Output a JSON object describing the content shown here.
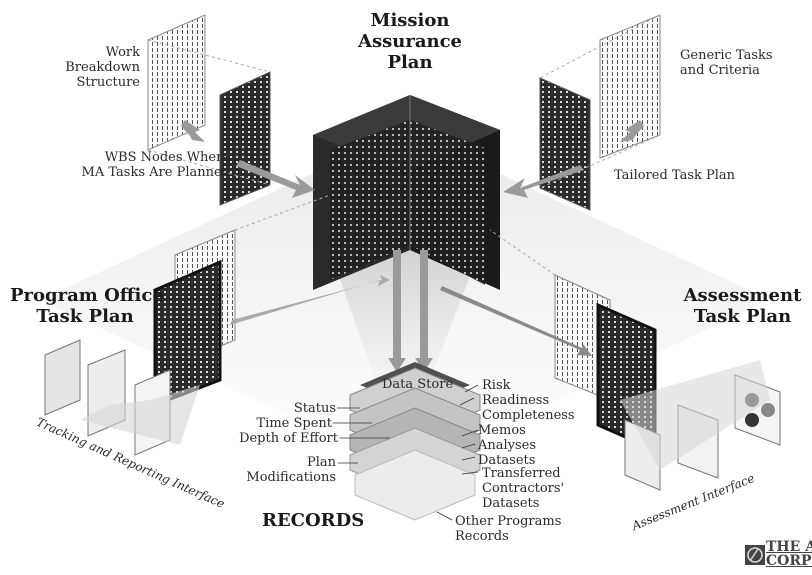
{
  "title": {
    "line1": "Mission",
    "line2": "Assurance",
    "line3": "Plan"
  },
  "top_left": {
    "wbs_line1": "Work",
    "wbs_line2": "Breakdown",
    "wbs_line3": "Structure",
    "nodes_line1": "WBS Nodes Where",
    "nodes_line2": "MA Tasks Are Planned"
  },
  "top_right": {
    "generic_line1": "Generic Tasks",
    "generic_line2": "and Criteria",
    "tailored": "Tailored Task Plan"
  },
  "left": {
    "title_line1": "Program Office",
    "title_line2": "Task Plan",
    "interface": "Tracking and Reporting Interface"
  },
  "right": {
    "title_line1": "Assessment",
    "title_line2": "Task Plan",
    "interface": "Assessment Interface"
  },
  "records": {
    "data_store": "Data Store",
    "title": "RECORDS",
    "left_labels": {
      "status": "Status",
      "time_spent": "Time Spent",
      "depth": "Depth of Effort",
      "plan": "Plan",
      "modifications": "Modifications"
    },
    "right_labels": {
      "risk": "Risk",
      "readiness": "Readiness",
      "completeness": "Completeness",
      "memos": "Memos",
      "analyses": "Analyses",
      "datasets": "Datasets",
      "transferred": "Transferred",
      "contractors": "Contractors'",
      "contractors_datasets": "Datasets",
      "other_programs": "Other Programs",
      "other_records": "Records"
    }
  },
  "logo": {
    "line1": "THE AEROSPACE",
    "line2": "CORPORATION"
  },
  "colors": {
    "cube_dark": "#1f1f1f",
    "panel_light": "#f2f2f2",
    "arrow_gray": "#9a9a9a",
    "stack_gray": "#b5b5b5"
  }
}
